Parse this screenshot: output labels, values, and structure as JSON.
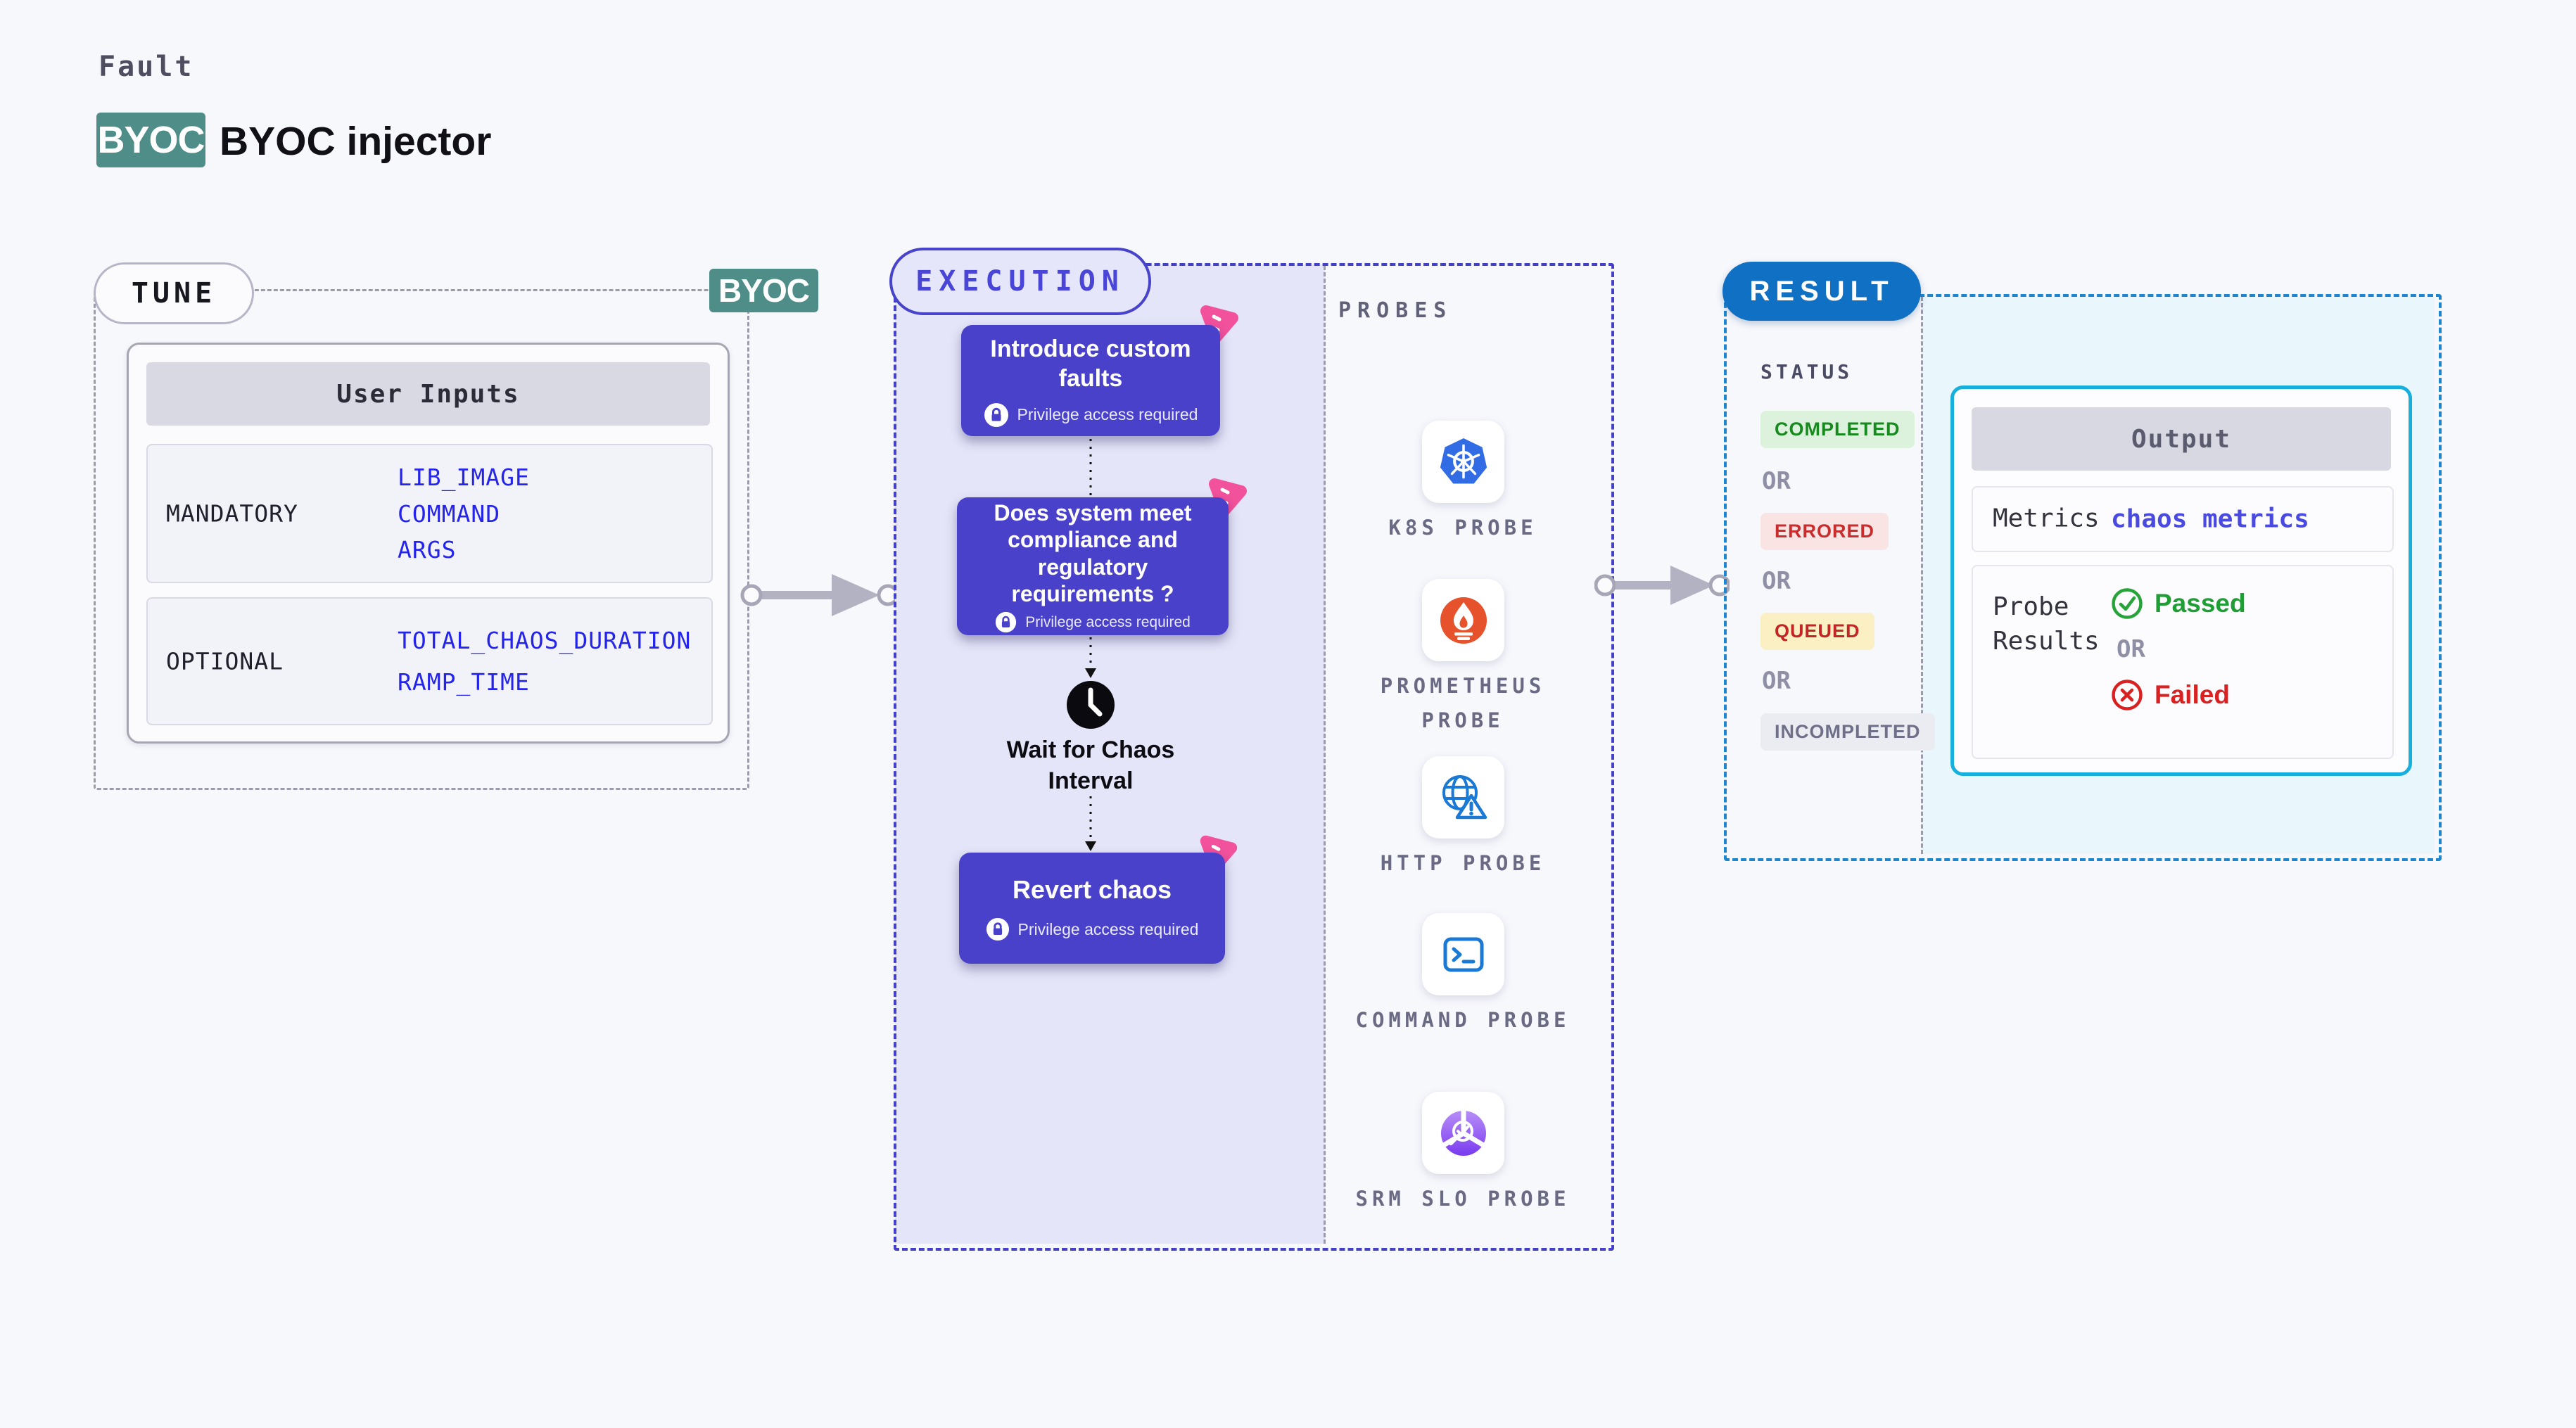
{
  "header": {
    "eyebrow": "Fault",
    "badge": "BYOC",
    "title": "BYOC injector"
  },
  "tune": {
    "pill": "TUNE",
    "byoc_tag": "BYOC",
    "table": {
      "header": "User Inputs",
      "rows": [
        {
          "label": "MANDATORY",
          "values": [
            "LIB_IMAGE",
            "COMMAND",
            "ARGS"
          ]
        },
        {
          "label": "OPTIONAL",
          "values": [
            "TOTAL_CHAOS_DURATION",
            "RAMP_TIME"
          ]
        }
      ]
    }
  },
  "execution": {
    "pill": "EXECUTION",
    "cards": [
      {
        "title": "Introduce custom faults",
        "note": "Privilege access required",
        "icon": "chaos-icon"
      },
      {
        "title": "Does system meet compliance and regulatory requirements ?",
        "note": "Privilege access required",
        "icon": "chaos-icon"
      },
      {
        "title": "Revert chaos",
        "note": "Privilege access required",
        "icon": "chaos-icon"
      }
    ],
    "wait_label": "Wait for Chaos Interval",
    "wait_icon": "clock-icon"
  },
  "probes": {
    "heading": "PROBES",
    "items": [
      {
        "label": "K8S PROBE",
        "icon": "kubernetes-icon"
      },
      {
        "label": "PROMETHEUS PROBE",
        "icon": "prometheus-icon"
      },
      {
        "label": "HTTP PROBE",
        "icon": "globe-alert-icon"
      },
      {
        "label": "COMMAND PROBE",
        "icon": "terminal-icon"
      },
      {
        "label": "SRM SLO PROBE",
        "icon": "slo-gauge-icon"
      }
    ]
  },
  "result": {
    "pill": "RESULT",
    "status_heading": "STATUS",
    "statuses": [
      {
        "label": "COMPLETED",
        "variant": "green"
      },
      {
        "label": "OR",
        "variant": "or"
      },
      {
        "label": "ERRORED",
        "variant": "red"
      },
      {
        "label": "OR",
        "variant": "or"
      },
      {
        "label": "QUEUED",
        "variant": "yellow"
      },
      {
        "label": "OR",
        "variant": "or"
      },
      {
        "label": "INCOMPLETED",
        "variant": "gray"
      }
    ],
    "output": {
      "header": "Output",
      "metrics_label": "Metrics",
      "metrics_value": "chaos metrics",
      "probe_results_label": "Probe Results",
      "passed": "Passed",
      "or": "OR",
      "failed": "Failed"
    }
  },
  "colors": {
    "background": "#f7f8fc",
    "teal_badge": "#4f8e88",
    "card_purple": "#4a41cb",
    "execution_fill": "#e5e5f9",
    "execution_dash": "#4440c8",
    "chaos_pink": "#f2519b",
    "result_blue": "#1070c4",
    "result_dash": "#1e86ce",
    "output_border": "#17b0dd",
    "output_fill_area": "#e9f6fc",
    "env_blue": "#2424ea",
    "passed_green": "#1f9e35",
    "failed_red": "#da2121",
    "k8s_blue": "#326ce5",
    "prometheus_orange": "#e6522c",
    "http_blue": "#1b79d6",
    "srm_purple": "#7a3bf0"
  }
}
